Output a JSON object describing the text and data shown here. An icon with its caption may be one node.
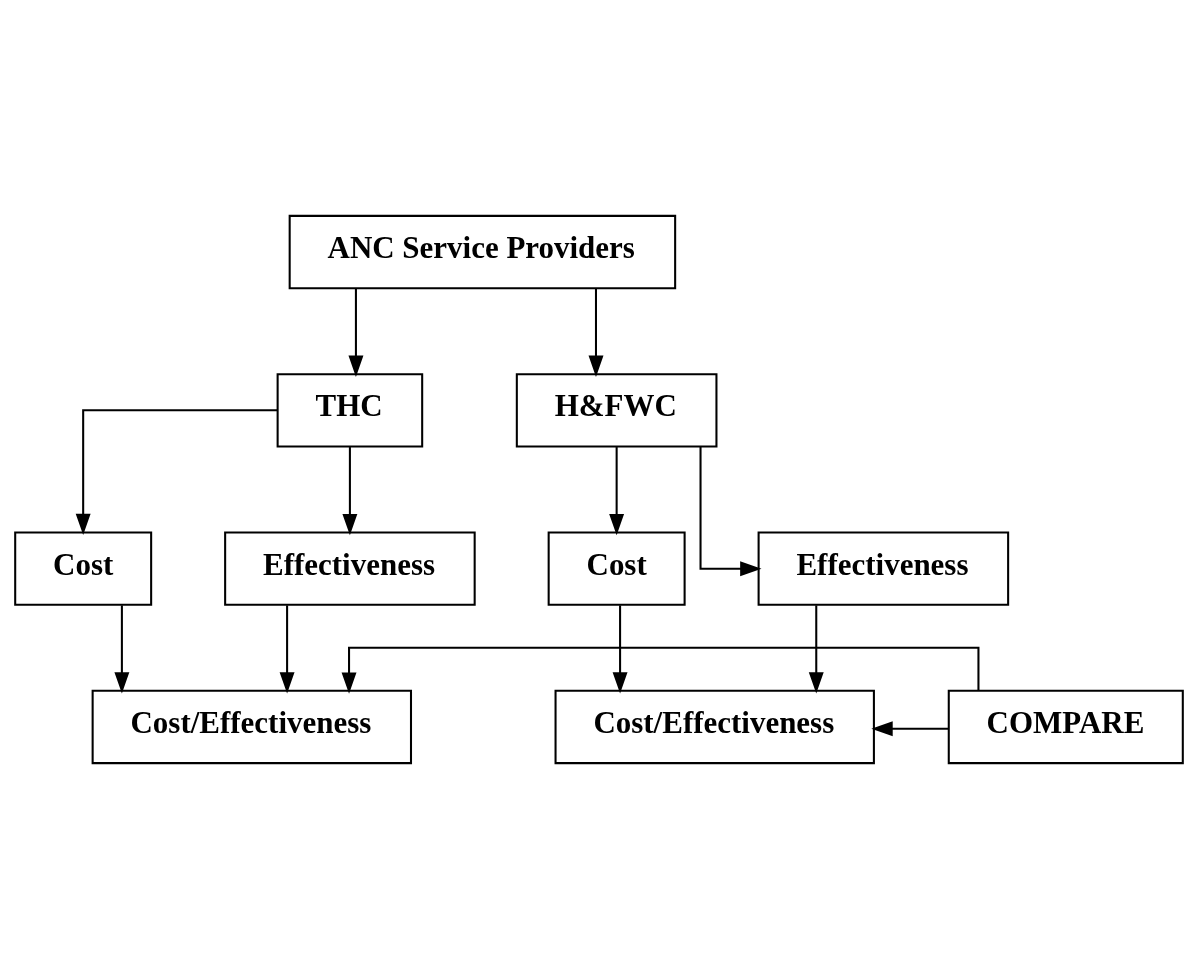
{
  "diagram": {
    "nodes": [
      {
        "text": [
          "ANC Service Providers"
        ]
      },
      {
        "text": [
          "THC"
        ]
      },
      {
        "text": [
          "H&FWC"
        ]
      },
      {
        "text": [
          "Cost"
        ]
      },
      {
        "text": [
          "Effectiveness"
        ]
      },
      {
        "text": [
          "Cost"
        ]
      },
      {
        "text": [
          "Effectiveness"
        ]
      },
      {
        "text": [
          "Cost/Effectiveness"
        ]
      },
      {
        "text": [
          "Cost/Effectiveness"
        ]
      },
      {
        "text": [
          "COMPARE"
        ]
      }
    ],
    "edges": [
      {
        "from": 0,
        "to": 1,
        "arrow": "to"
      },
      {
        "from": 0,
        "to": 2,
        "arrow": "to"
      },
      {
        "from": 1,
        "to": 3,
        "arrow": "to"
      },
      {
        "from": 1,
        "to": 4,
        "arrow": "to"
      },
      {
        "from": 2,
        "to": 5,
        "arrow": "to"
      },
      {
        "from": 2,
        "to": 6,
        "arrow": "to"
      },
      {
        "from": 3,
        "to": 7,
        "arrow": "to"
      },
      {
        "from": 4,
        "to": 7,
        "arrow": "to"
      },
      {
        "from": 5,
        "to": 8,
        "arrow": "to"
      },
      {
        "from": 6,
        "to": 8,
        "arrow": "to"
      },
      {
        "from": 9,
        "to": 7,
        "arrow": "to"
      },
      {
        "from": 9,
        "to": 8,
        "arrow": "to"
      }
    ]
  }
}
